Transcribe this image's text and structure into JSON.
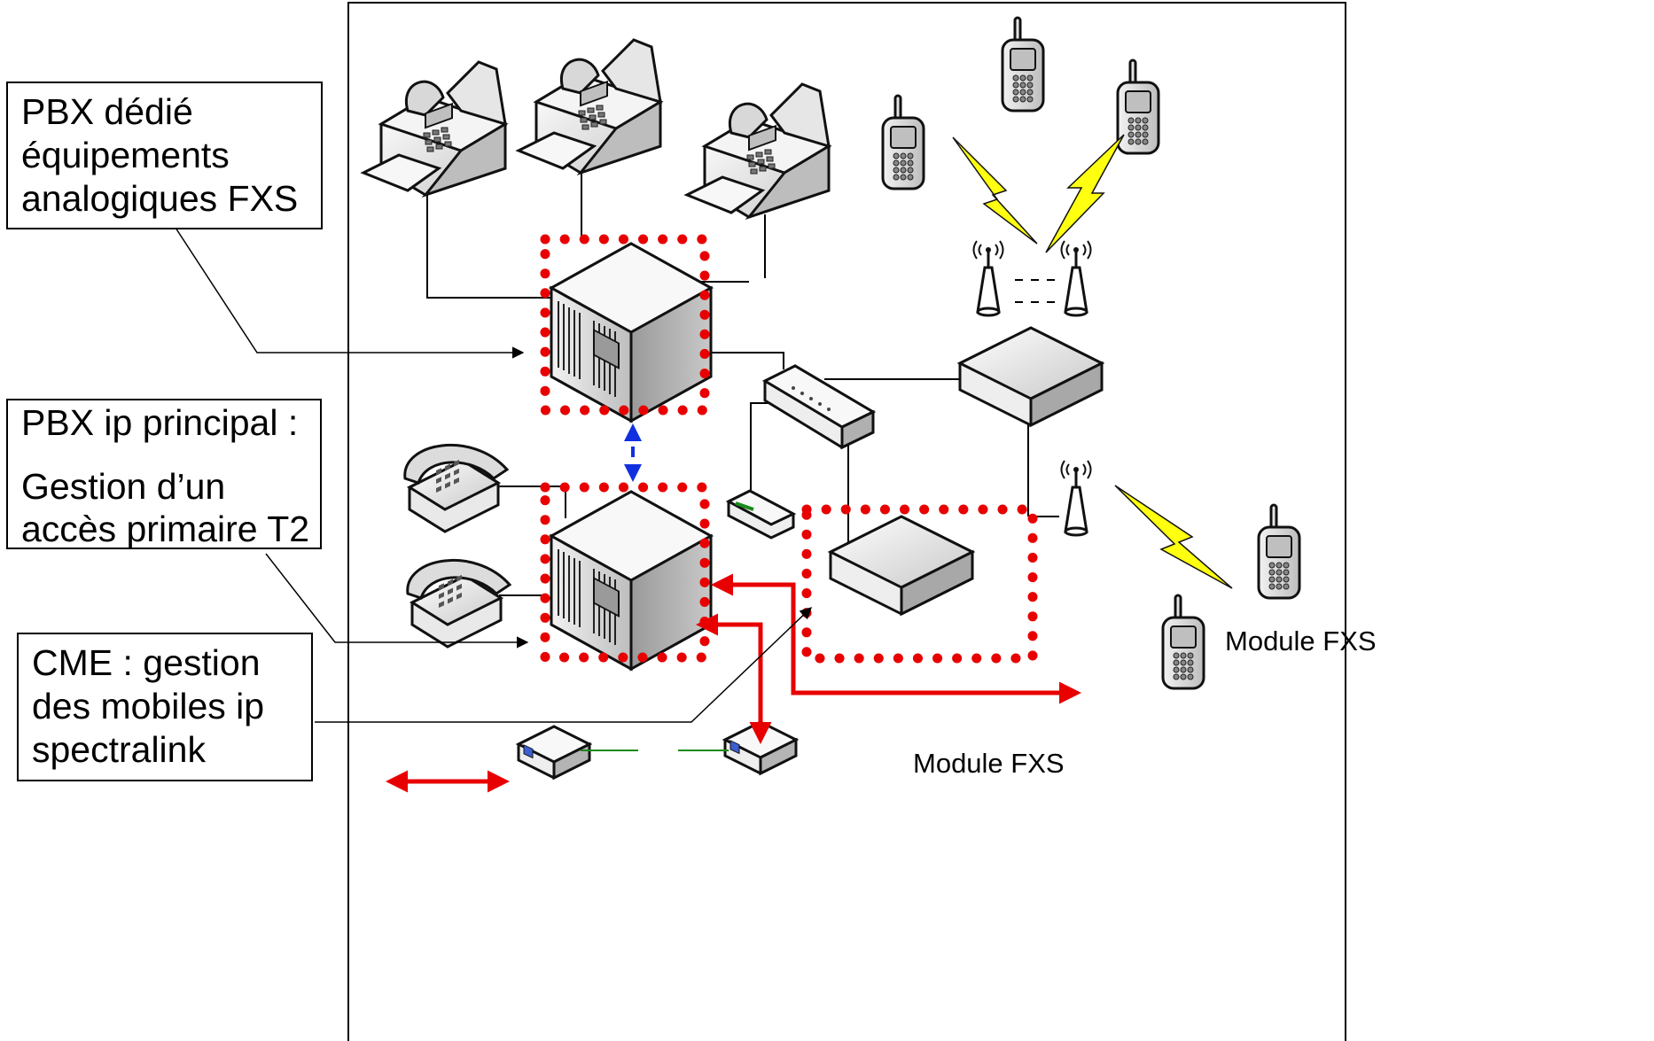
{
  "callouts": {
    "pbx_dedie": [
      "PBX dédié",
      "équipements",
      "analogiques FXS"
    ],
    "pbx_ip": [
      "PBX ip principal :",
      "Gestion d’un",
      "accès primaire T2"
    ],
    "cme": [
      "CME : gestion",
      "des mobiles ip",
      "spectralink"
    ]
  },
  "labels": {
    "module_fxs_right": "Module FXS",
    "module_fxs_bottom": "Module FXS"
  },
  "colors": {
    "highlight_red": "#e80000",
    "link_blue": "#1030e0",
    "serial_green": "#1a8a1a",
    "lightning_yellow": "#ffff10"
  }
}
